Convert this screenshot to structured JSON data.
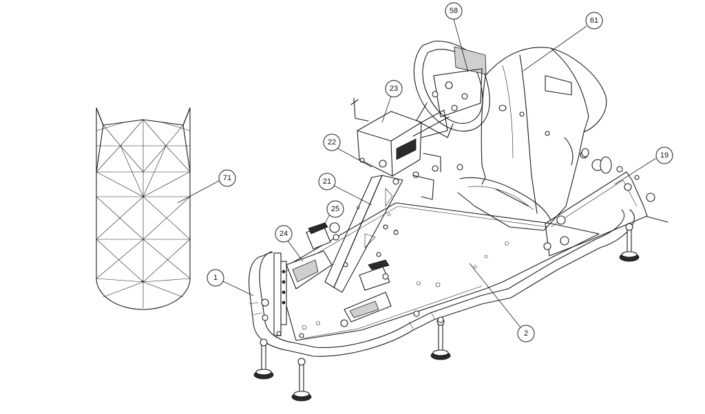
{
  "balloons": [
    {
      "id": "b58",
      "label": "58"
    },
    {
      "id": "b61",
      "label": "61"
    },
    {
      "id": "b23",
      "label": "23"
    },
    {
      "id": "b22",
      "label": "22"
    },
    {
      "id": "b21",
      "label": "21"
    },
    {
      "id": "b19",
      "label": "19"
    },
    {
      "id": "b71",
      "label": "71"
    },
    {
      "id": "b25",
      "label": "25"
    },
    {
      "id": "b24",
      "label": "24"
    },
    {
      "id": "b1",
      "label": "1"
    },
    {
      "id": "b2",
      "label": "2"
    }
  ]
}
